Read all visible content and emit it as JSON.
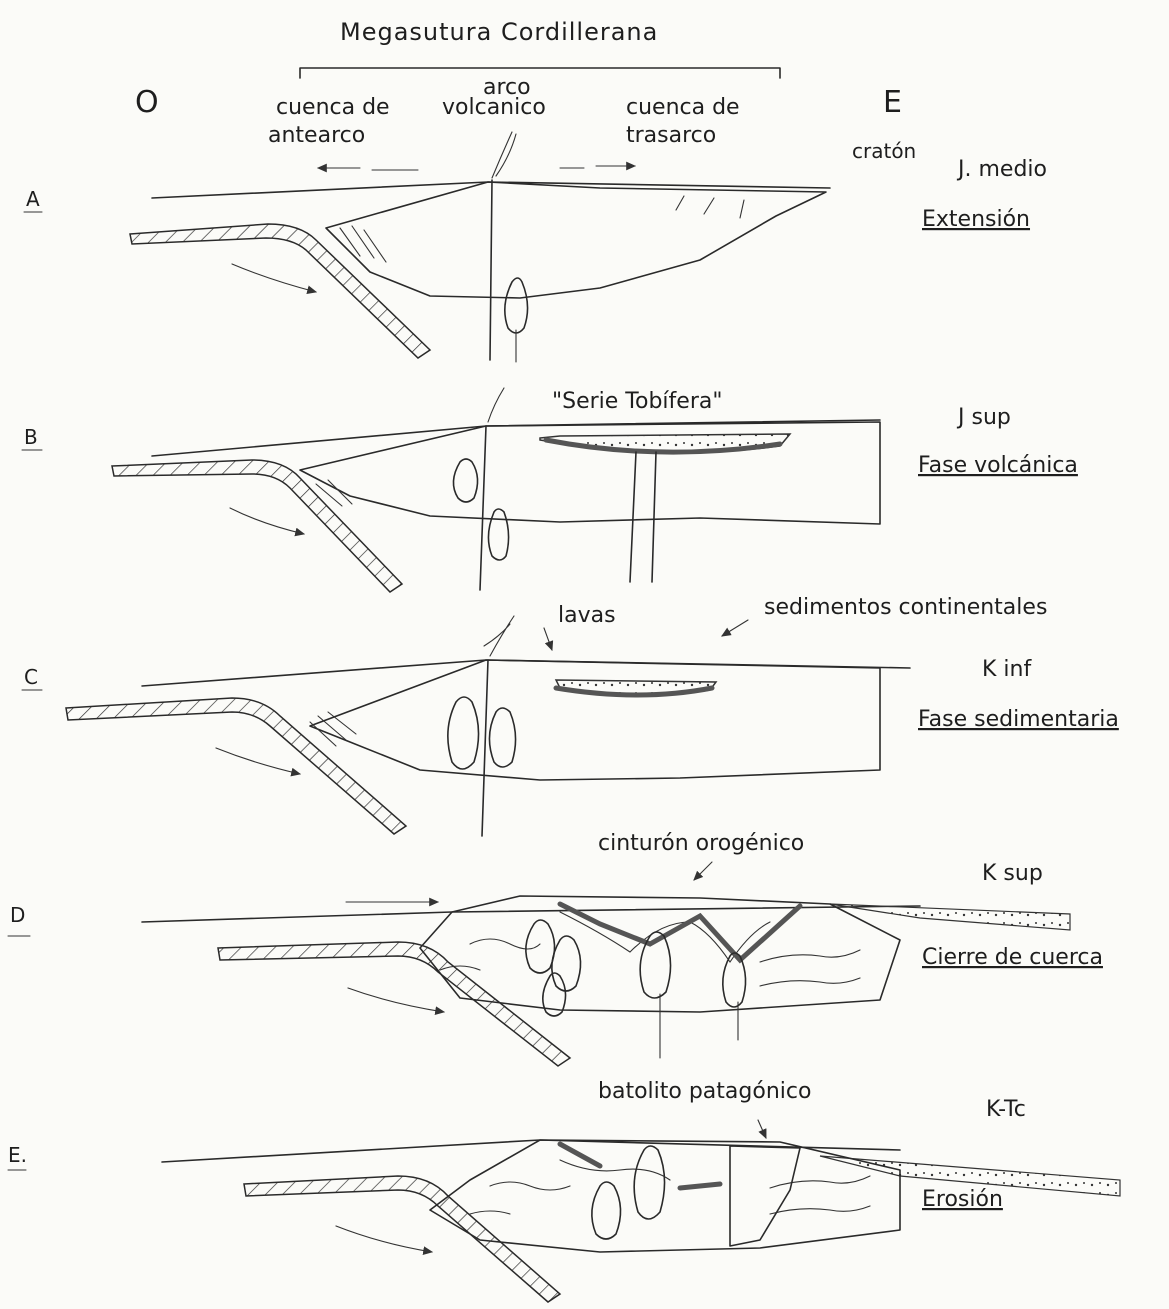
{
  "title": "Megasutura  Cordillerana",
  "west": "O",
  "east": "E",
  "top_labels": {
    "forearc": [
      "cuenca de",
      "antearco"
    ],
    "arc": [
      "arco",
      "volcanico"
    ],
    "backarc": [
      "cuenca de",
      "trasarco"
    ],
    "craton": "cratón"
  },
  "panels": [
    {
      "letter": "A",
      "age": "J. medio",
      "phase": "Extensión",
      "notes": []
    },
    {
      "letter": "B",
      "age": "J  sup",
      "phase": "Fase volcánica",
      "notes": [
        "\"Serie Tobífera\""
      ]
    },
    {
      "letter": "C",
      "age": "K inf",
      "phase": "Fase sedimentaria",
      "notes": [
        "lavas",
        "sedimentos continentales"
      ]
    },
    {
      "letter": "D",
      "age": "K sup",
      "phase": "Cierre de cuerca",
      "notes": [
        "cinturón orogénico"
      ]
    },
    {
      "letter": "E.",
      "age": "K-Tc",
      "phase": "Erosión",
      "notes": [
        "batolito patagónico"
      ]
    }
  ]
}
